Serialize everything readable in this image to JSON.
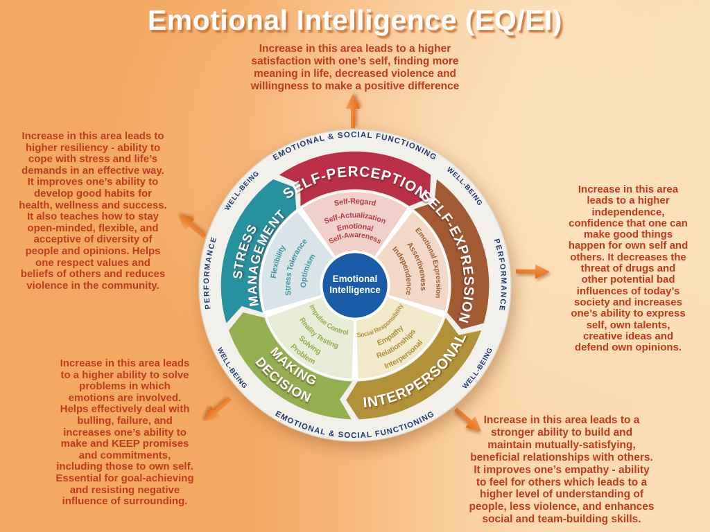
{
  "title": "Emotional Intelligence (EQ/EI)",
  "annotations": {
    "top": "Increase in this area leads to a higher\nsatisfaction with one’s self, finding more\nmeaning in life, decreased violence and\nwillingness to make a positive difference",
    "left": "Increase in this area leads to\nhigher resiliency - ability to\ncope with stress and life’s\ndemands in an effective way.\nIt improves one’s ability to\ndevelop good habits for\nhealth, wellness and success.\nIt also teaches how to stay\nopen-minded, flexible, and\nacceptive of diversity of\npeople and opinions. Helps\none respect values and\nbeliefs of others and reduces\nviolence in the community.",
    "right": "Increase in this area\nleads to a higher\nindependence,\nconfidence that one can\nmake good things\nhappen for own self and\nothers. It decreases the\nthreat of drugs and\nother potential bad\ninfluences of today’s\nsociety and increases\none’s ability to express\nself, own talents,\ncreative ideas and\ndefend own opinions.",
    "bottom_left": "Increase in this area leads\nto a higher ability to solve\nproblems in which\nemotions are involved.\nHelps effectively deal with\nbulling, failure, and\nincreases one’s ability to\nmake and KEEP promises\nand commitments,\nincluding those to own self.\nEssential for goal-achieving\nand resisting negative\ninfluence of surrounding.",
    "bottom_right": "Increase in this area leads to a\nstronger ability to build and\nmaintain mutually-satisfying,\nbeneficial relationships with others.\nIt improves one’s empathy - ability\nto feel for others which leads to a\nhigher level of understanding of\npeople, less violence, and enhances\nsocial and team-building skills."
  },
  "wheel": {
    "center_lines": [
      "Emotional",
      "Intelligence"
    ],
    "center_color": "#1a5ca8",
    "ring_fill": "#f2f0ea",
    "ring_text_color": "#1e3a72",
    "ring_labels": {
      "functioning": "EMOTIONAL & SOCIAL FUNCTIONING",
      "wellbeing": "WELL-BEING",
      "performance": "PERFORMANCE"
    },
    "segments": [
      {
        "label": "SELF-PERCEPTION",
        "label_lines": [
          "SELF-PERCEPTION"
        ],
        "band_color": "#b93048",
        "inner_fill": "#f1cfcb",
        "sub_color": "#b5404a",
        "subskills": [
          "Self-Regard",
          "Self-Actualization",
          "Emotional Self-Awareness"
        ],
        "sublabel_lines": [
          "Self-Regard",
          "Self-Actualization",
          "Emotional",
          "Self-Awareness"
        ]
      },
      {
        "label": "SELF-EXPRESSION",
        "label_lines": [
          "SELF-EXPRESSION"
        ],
        "band_color": "#a25a33",
        "inner_fill": "#f3d8c8",
        "sub_color": "#9c6134",
        "subskills": [
          "Emotional Expression",
          "Assertiveness",
          "Independence"
        ],
        "sublabel_lines": [
          "Emotional Expression",
          "Assertiveness",
          "Independence"
        ]
      },
      {
        "label": "INTERPERSONAL",
        "label_lines": [
          "INTERPERSONAL"
        ],
        "band_color": "#b29238",
        "inner_fill": "#f3eacc",
        "sub_color": "#ae923c",
        "subskills": [
          "Interpersonal Relationships",
          "Empathy",
          "Social Responsibility"
        ],
        "sublabel_lines": [
          "Interpersonal",
          "Relationships",
          "Empathy",
          "Social Responsibility"
        ]
      },
      {
        "label": "DECISION MAKING",
        "label_lines": [
          "DECISION",
          "MAKING"
        ],
        "band_color": "#93af4f",
        "inner_fill": "#e7edd6",
        "sub_color": "#97ac4f",
        "subskills": [
          "Problem Solving",
          "Reality Testing",
          "Impulse Control"
        ],
        "sublabel_lines": [
          "Problem",
          "Solving",
          "Reality Testing",
          "Impulse Control"
        ]
      },
      {
        "label": "STRESS MANAGEMENT",
        "label_lines": [
          "STRESS",
          "MANAGEMENT"
        ],
        "band_color": "#28919f",
        "inner_fill": "#d9e4e9",
        "sub_color": "#3f93a3",
        "subskills": [
          "Flexibility",
          "Stress Tolerance",
          "Optimism"
        ],
        "sublabel_lines": [
          "Flexibility",
          "Stress Tolerance",
          "Optimism"
        ]
      }
    ]
  },
  "colors": {
    "background_left": "#f4a963",
    "background_right": "#fbdeb6",
    "title_text": "#ffffff",
    "title_shadow": "#c97133",
    "annotation_text": "#c03a1e",
    "arrow": "#ee7a26"
  }
}
